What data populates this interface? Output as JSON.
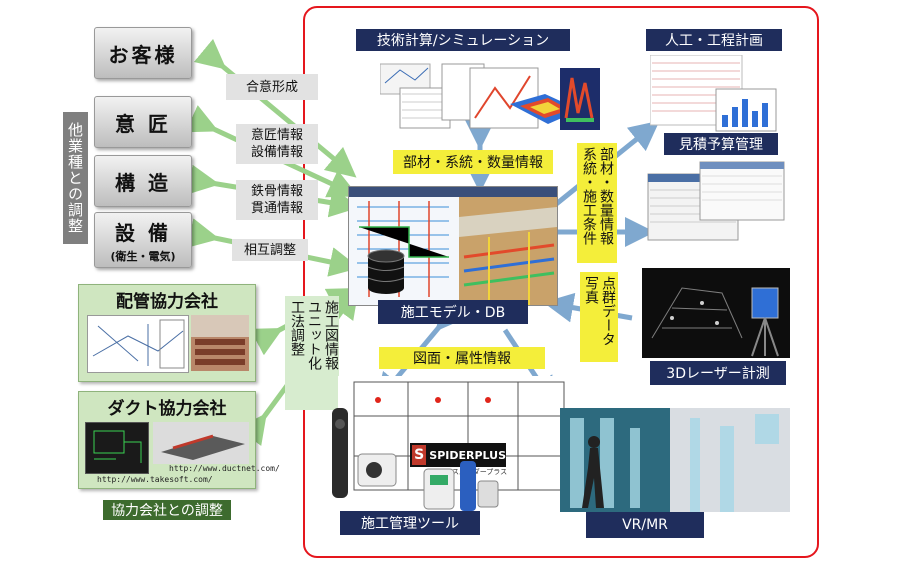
{
  "stakeholders": {
    "client": "お客様",
    "design": "意 匠",
    "structure": "構 造",
    "equipment": "設 備",
    "equipment_sub": "(衛生・電気)"
  },
  "side_labels": {
    "other_trades": "他業種との調整",
    "subcontractor_coordination": "協力会社との調整"
  },
  "flow_labels": {
    "consensus": "合意形成",
    "design_info": "意匠情報\n設備情報",
    "rebar_info": "鉄骨情報\n貫通情報",
    "mutual": "相互調整",
    "construction_info": "施工図情報\nユニット化\n工法調整"
  },
  "partners": {
    "piping": "配管協力会社",
    "duct": "ダクト協力会社",
    "url_ductnet": "http://www.ductnet.com/",
    "url_takesoft": "http://www.takesoft.com/"
  },
  "nodes": {
    "simulation": "技術計算/シミュレーション",
    "labor_plan": "人工・工程計画",
    "estimate": "見積予算管理",
    "model_db": "施工モデル・DB",
    "laser": "3Dレーザー計測",
    "mgmt_tools": "施工管理ツール",
    "vrmr": "VR/MR"
  },
  "info_labels": {
    "parts_info": "部材・系統・数量情報",
    "parts_info_v": "部材・数量情報\n系統・施工条件",
    "point_cloud": "点群データ\n写真",
    "drawing_info": "図面・属性情報"
  },
  "products": {
    "spiderplus": "SPIDERPLUS",
    "spiderplus_kana": "スパイダープラス"
  },
  "colors": {
    "frame": "#e5161d",
    "navy": "#1f2d5c",
    "yellow": "#f4ee3a",
    "arrow_green": "#9bd18a",
    "arrow_blue": "#7fa8cf",
    "dark_green": "#3d6b2e"
  }
}
